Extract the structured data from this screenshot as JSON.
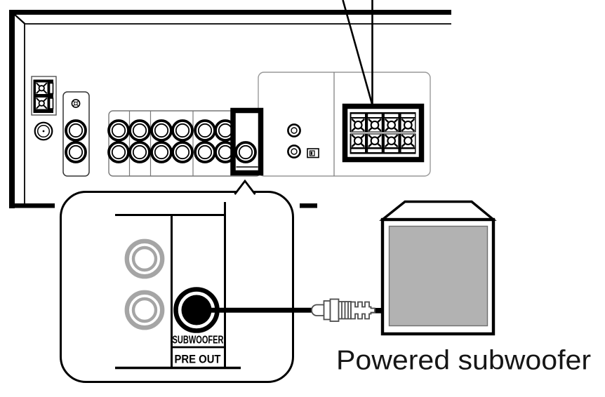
{
  "figure": {
    "caption": "Powered subwoofer",
    "jack_panel": {
      "jack_label": "SUBWOOFER",
      "group_label": "PRE OUT"
    },
    "rear_panel": {
      "rca_jack_rows": 2,
      "rca_jack_columns": 6,
      "aux_jack_count": 2,
      "speaker_terminal_rows": 2,
      "speaker_terminal_columns": 4
    }
  },
  "colors": {
    "line": "#000000",
    "muted_jack_gray": "#a5a5a5",
    "grille_gray": "#b2b2b2",
    "panel_border_gray": "#8a8a8a",
    "background": "#ffffff"
  }
}
